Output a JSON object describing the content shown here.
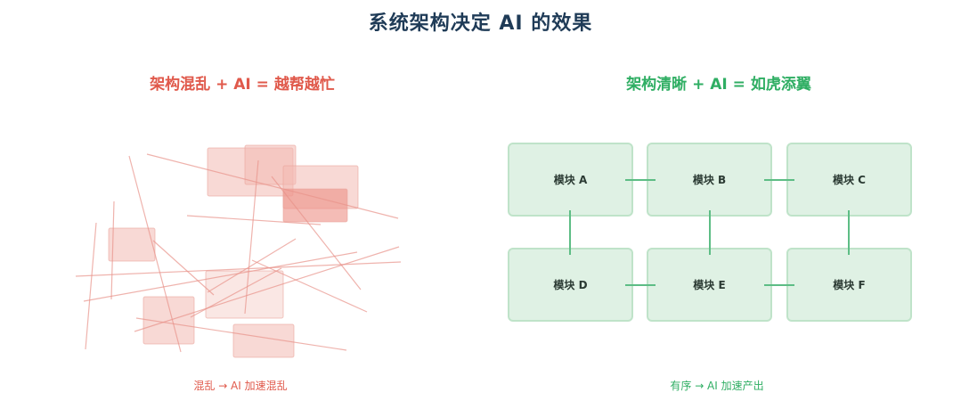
{
  "title": "系统架构决定 AI 的效果",
  "left": {
    "heading": "架构混乱 + AI = 越帮越忙",
    "caption": "混乱 → AI 加速混乱"
  },
  "right": {
    "heading": "架构清晰 + AI = 如虎添翼",
    "caption": "有序 → AI 加速产出",
    "modules": [
      "模块 A",
      "模块 B",
      "模块 C",
      "模块 D",
      "模块 E",
      "模块 F"
    ]
  },
  "colors": {
    "title": "#1f3b57",
    "chaos": "#e0594b",
    "order": "#2fae63",
    "module_fill": "#dff1e4"
  }
}
